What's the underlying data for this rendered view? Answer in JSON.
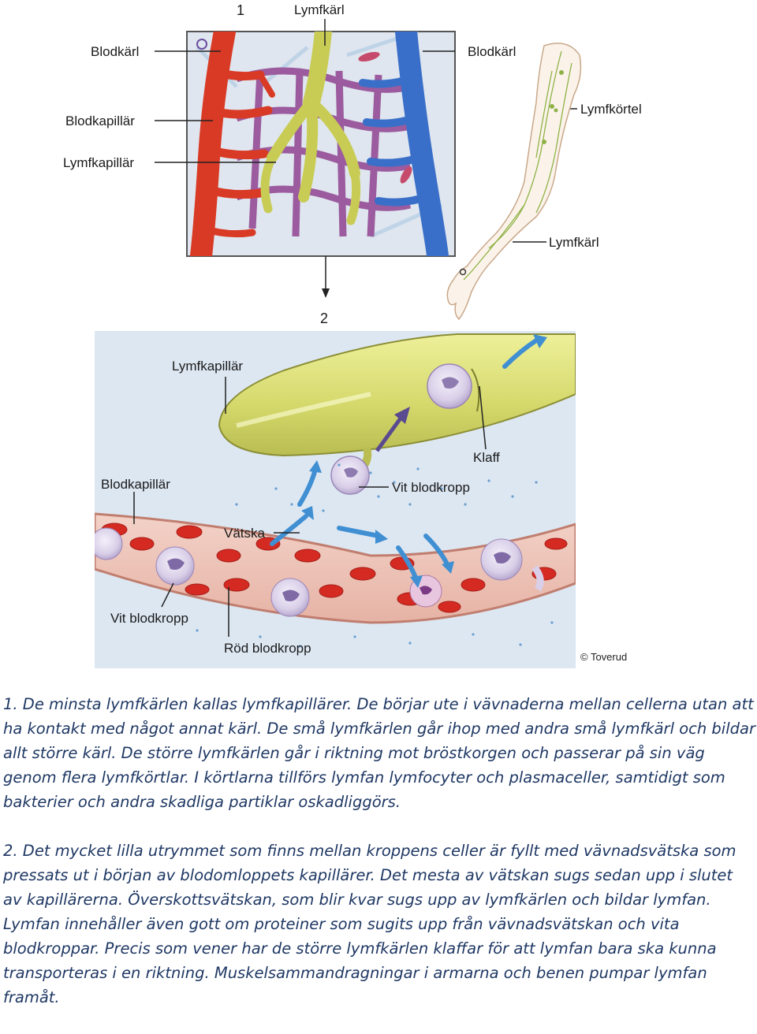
{
  "figure1": {
    "number": "1",
    "labels": {
      "lymph_vessel_top": "Lymfkärl",
      "blood_vessel_left": "Blodkärl",
      "blood_vessel_right": "Blodkärl",
      "blood_capillary": "Blodkapillär",
      "lymph_capillary": "Lymfkapillär",
      "lymph_node": "Lymfkörtel",
      "lymph_vessel_arm": "Lymfkärl"
    }
  },
  "figure2": {
    "number": "2",
    "labels": {
      "lymph_capillary": "Lymfkapillär",
      "valve": "Klaff",
      "white_cell_top": "Vit blodkropp",
      "blood_capillary": "Blodkapillär",
      "fluid": "Vätska",
      "white_cell_bottom": "Vit blodkropp",
      "red_cell": "Röd blodkropp"
    },
    "copyright": "© Toverud"
  },
  "caption": {
    "para1": "1. De minsta lymfkärlen kallas lymfkapillärer. De börjar ute i vävnaderna mellan cellerna utan att ha kontakt med något annat kärl. De små lymfkärlen går ihop med andra små lymfkärl och bildar allt större kärl. De större lymfkärlen går i riktning mot bröstkorgen och passerar på sin väg genom flera lymfkörtlar. I körtlarna tillförs lymfan lymfocyter och plasmaceller, samtidigt som bakterier och andra skadliga partiklar oskadliggörs.",
    "para2": "2. Det mycket lilla utrymmet som finns mellan kroppens celler är fyllt med vävnadsvätska som pressats ut i början av blodomloppets kapillärer. Det mesta av vätskan sugs sedan upp i slutet av kapillärerna. Överskottsvätskan, som blir kvar sugs upp av lymfkärlen och bildar lymfan. Lymfan innehåller även gott om proteiner som sugits upp från vävnadsvätskan och vita blodkroppar. Precis som vener har de större lymfkärlen klaffar för att lymfan bara ska kunna transporteras i en riktning. Muskelsammandragningar i armarna och benen pumpar lymfan framåt."
  }
}
